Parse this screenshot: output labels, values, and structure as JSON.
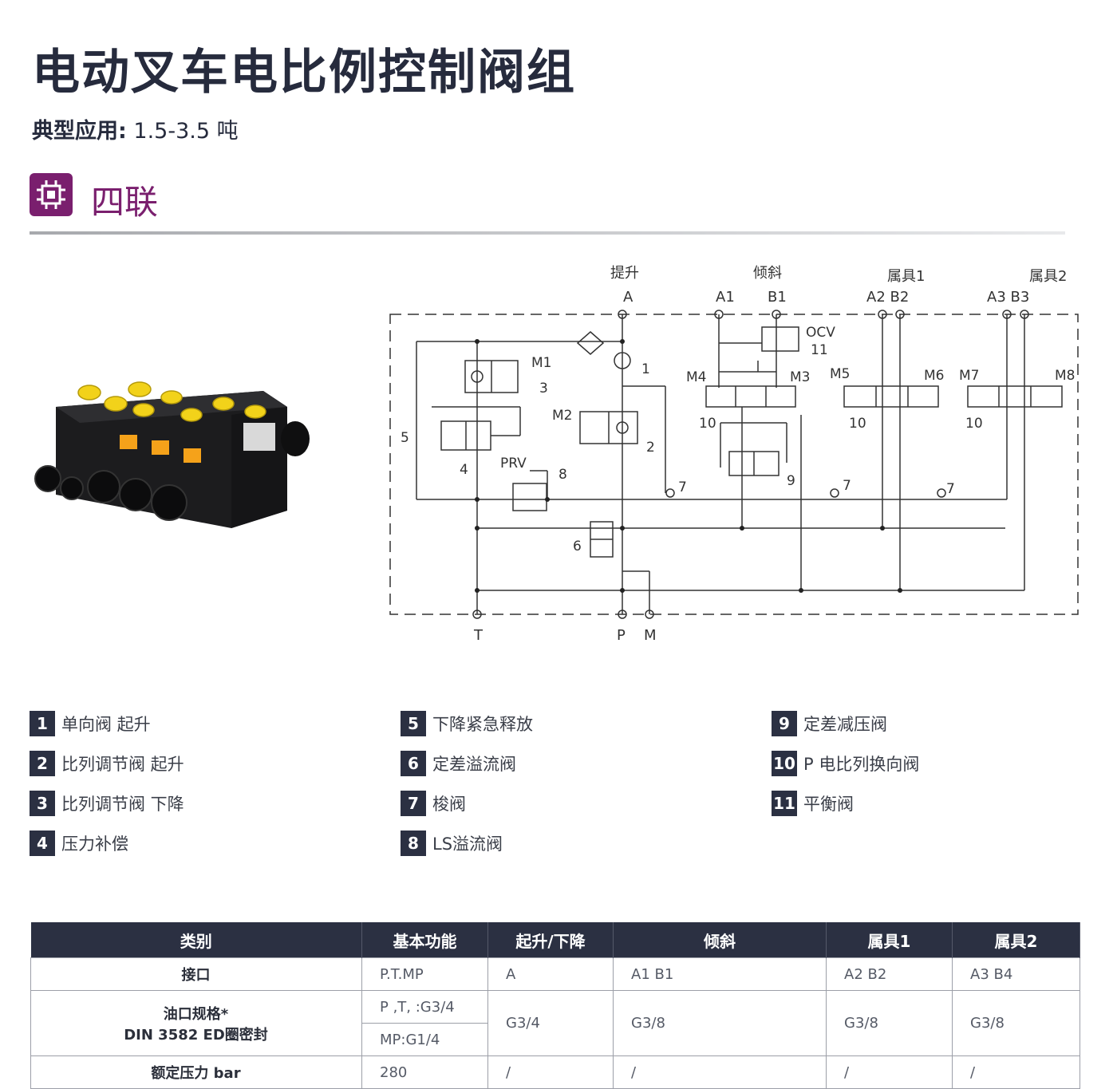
{
  "header": {
    "title": "电动叉车电比例控制阀组",
    "subtitle_label": "典型应用:",
    "subtitle_value": "1.5-3.5 吨"
  },
  "section": {
    "title": "四联",
    "icon": "chip-icon"
  },
  "schematic": {
    "ports_top": {
      "lift": "提升",
      "a": "A",
      "tilt": "倾斜",
      "a1": "A1",
      "b1": "B1",
      "attach1": "属具1",
      "a2b2": "A2 B2",
      "attach2": "属具2",
      "a3b3": "A3  B3"
    },
    "ports_bottom": {
      "t": "T",
      "p": "P",
      "m": "M"
    },
    "labels": {
      "ocv": "OCV",
      "n11": "11",
      "m1": "M1",
      "n3": "3",
      "n1": "1",
      "m4": "M4",
      "m3": "M3",
      "m5": "M5",
      "m6": "M6",
      "m7": "M7",
      "m8": "M8",
      "m2": "M2",
      "n2": "2",
      "n5": "5",
      "n4": "4",
      "n10a": "10",
      "n10b": "10",
      "n10c": "10",
      "prv": "PRV",
      "n8": "8",
      "n9": "9",
      "n7a": "7",
      "n7b": "7",
      "n7c": "7",
      "n6": "6"
    }
  },
  "legend": [
    {
      "num": "1",
      "text": "单向阀 起升"
    },
    {
      "num": "2",
      "text": "比列调节阀 起升"
    },
    {
      "num": "3",
      "text": "比列调节阀 下降"
    },
    {
      "num": "4",
      "text": "压力补偿"
    },
    {
      "num": "5",
      "text": "下降紧急释放"
    },
    {
      "num": "6",
      "text": "定差溢流阀"
    },
    {
      "num": "7",
      "text": "梭阀"
    },
    {
      "num": "8",
      "text": "LS溢流阀"
    },
    {
      "num": "9",
      "text": "定差减压阀"
    },
    {
      "num": "10",
      "text": "P 电比列换向阀"
    },
    {
      "num": "11",
      "text": "平衡阀"
    }
  ],
  "table": {
    "headers": [
      "类别",
      "基本功能",
      "起升/下降",
      "倾斜",
      "属具1",
      "属具2"
    ],
    "row1": {
      "cat": "接口",
      "c1": "P.T.MP",
      "c2": "A",
      "c3": "A1 B1",
      "c4": "A2 B2",
      "c5": "A3 B4"
    },
    "row2": {
      "cat_line1": "油口规格*",
      "cat_line2": "DIN 3582 ED圈密封",
      "c1a": "P ,T, :G3/4",
      "c1b": "MP:G1/4",
      "c2": "G3/4",
      "c3": "G3/8",
      "c4": "G3/8",
      "c5": "G3/8"
    },
    "row3": {
      "cat": "额定压力 bar",
      "c1": "280",
      "c2": "/",
      "c3": "/",
      "c4": "/",
      "c5": "/"
    }
  },
  "colors": {
    "accent": "#7a1f6e",
    "dark": "#2b3042",
    "yellow": "#f2d21a"
  }
}
